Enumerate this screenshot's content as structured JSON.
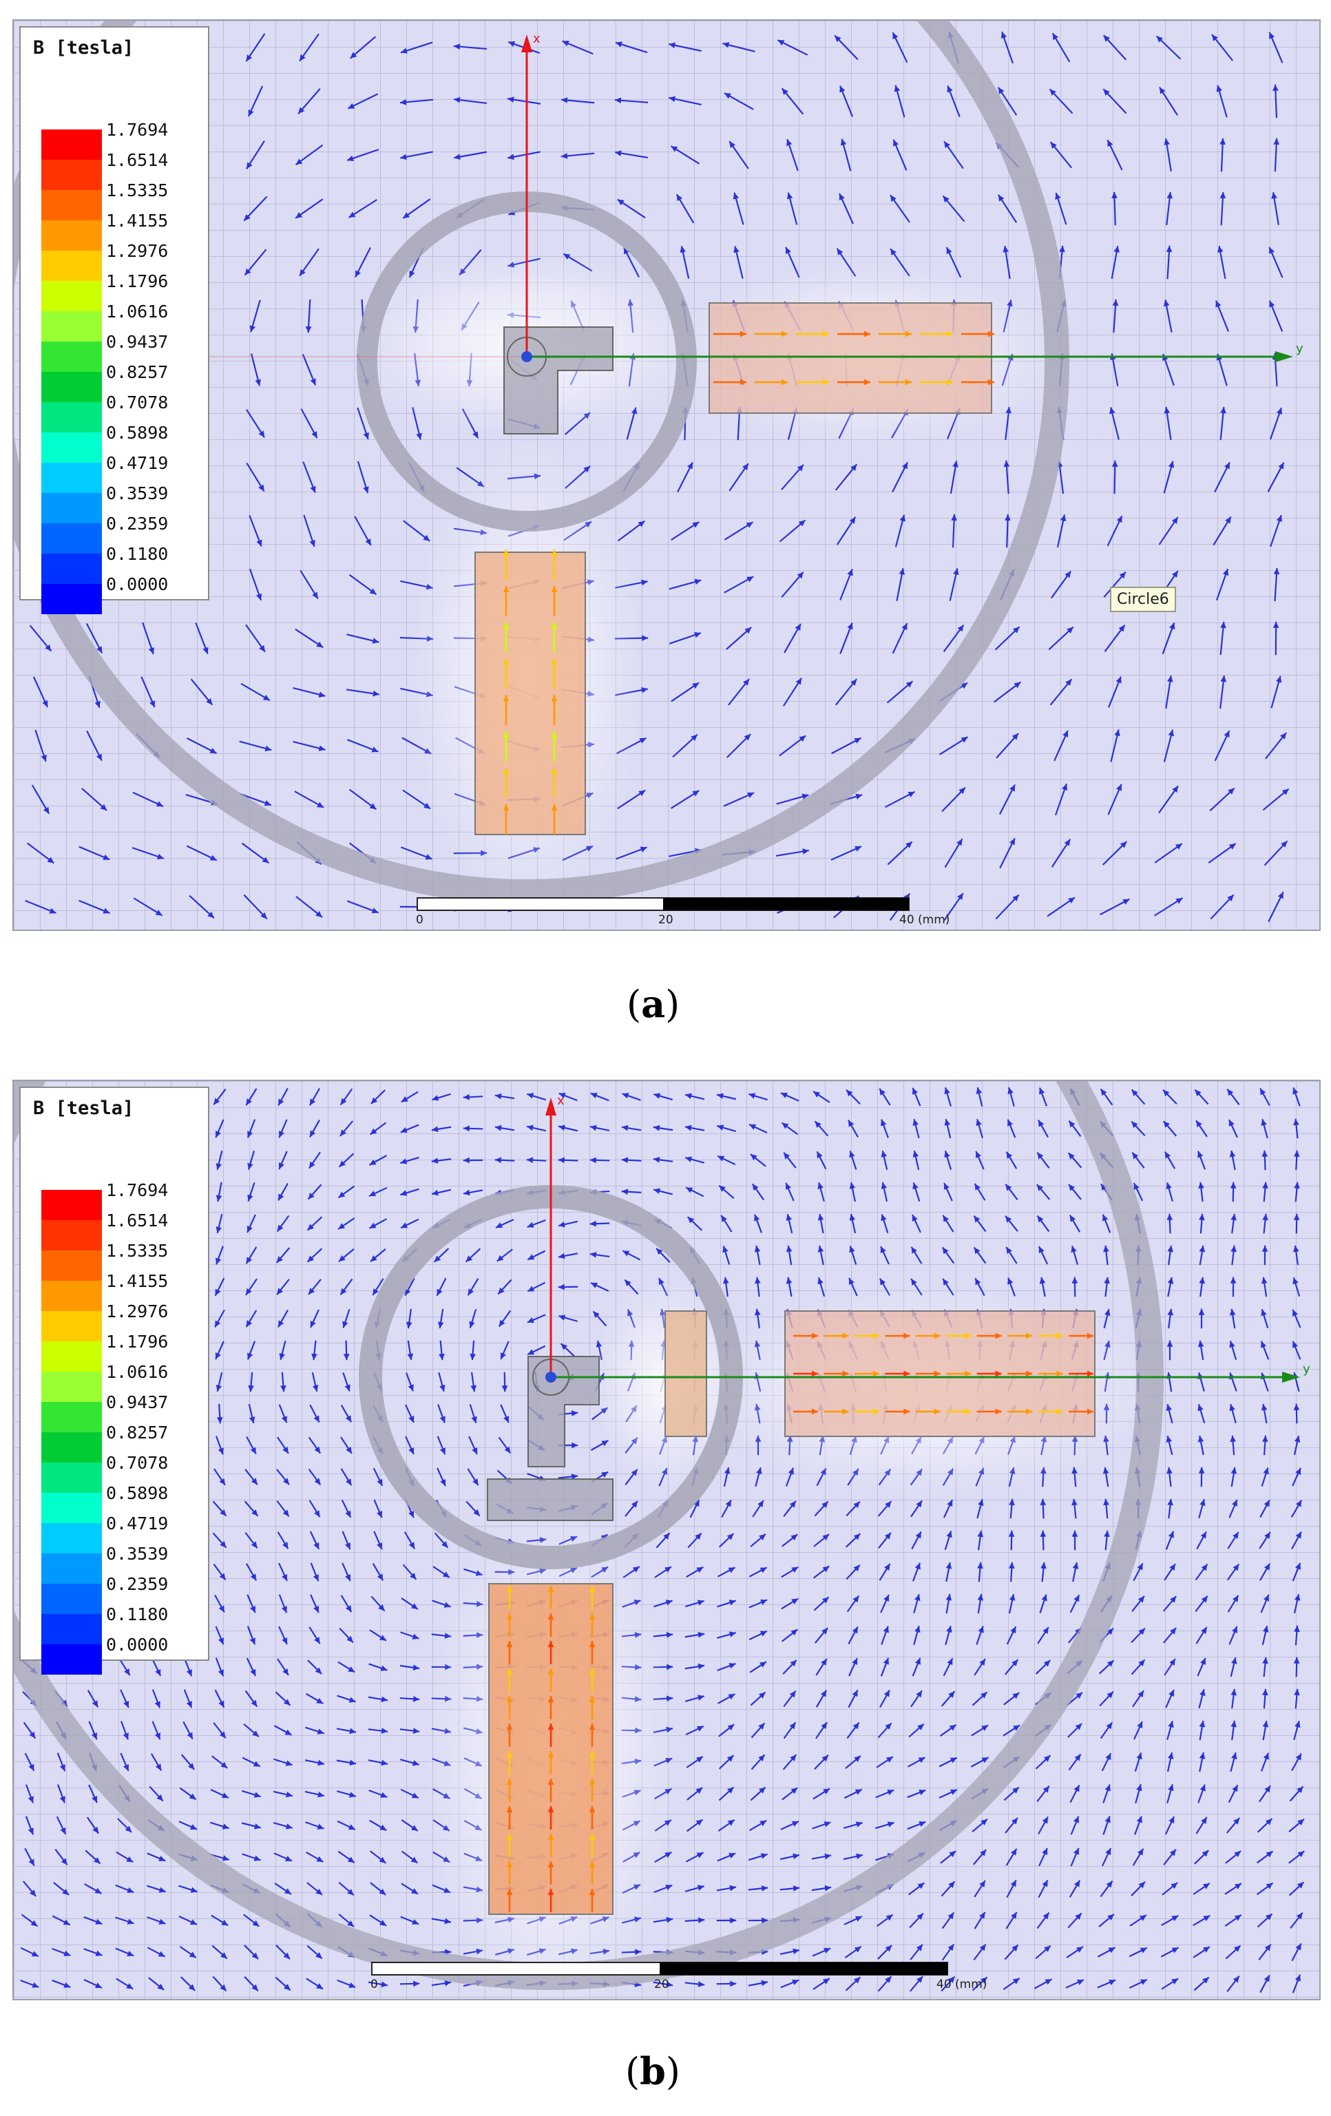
{
  "figures": [
    {
      "id": "a",
      "caption_open": "(",
      "caption_letter": "a",
      "caption_close": ")",
      "legend": {
        "title": "B [tesla]",
        "values": [
          "1.7694",
          "1.6514",
          "1.5335",
          "1.4155",
          "1.2976",
          "1.1796",
          "1.0616",
          "0.9437",
          "0.8257",
          "0.7078",
          "0.5898",
          "0.4719",
          "0.3539",
          "0.2359",
          "0.1180",
          "0.0000"
        ]
      },
      "axis_labels": {
        "x_axis": "x",
        "y_axis": "y"
      },
      "object_tag": "Circle6",
      "scale": {
        "ticks": [
          "0",
          "20",
          "40 (mm)"
        ]
      }
    },
    {
      "id": "b",
      "caption_open": "(",
      "caption_letter": "b",
      "caption_close": ")",
      "legend": {
        "title": "B [tesla]",
        "values": [
          "1.7694",
          "1.6514",
          "1.5335",
          "1.4155",
          "1.2976",
          "1.1796",
          "1.0616",
          "0.9437",
          "0.8257",
          "0.7078",
          "0.5898",
          "0.4719",
          "0.3539",
          "0.2359",
          "0.1180",
          "0.0000"
        ]
      },
      "axis_labels": {
        "x_axis": "x",
        "y_axis": "y"
      },
      "scale": {
        "ticks": [
          "0",
          "20",
          "40 (mm)"
        ]
      }
    }
  ],
  "colormap": [
    "#ff0000",
    "#ff3300",
    "#ff6600",
    "#ff9900",
    "#ffcc00",
    "#ccff00",
    "#99ff33",
    "#33e633",
    "#00cc33",
    "#00e680",
    "#00ffcc",
    "#00ccff",
    "#0099ff",
    "#0066ff",
    "#0033ff",
    "#0000ff"
  ]
}
